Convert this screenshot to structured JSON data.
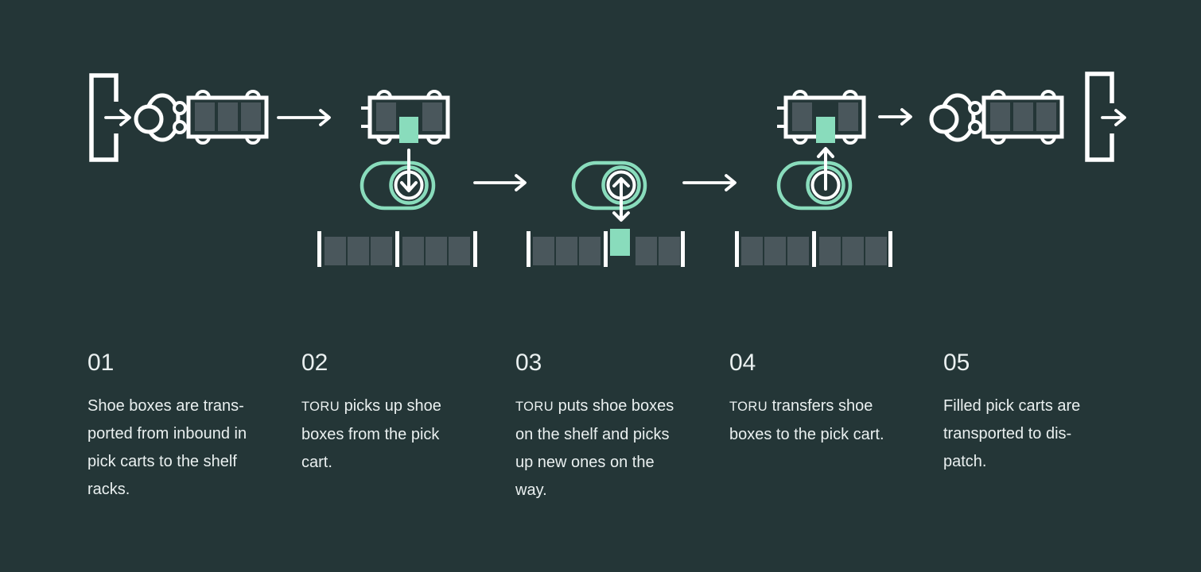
{
  "colors": {
    "background": "#243637",
    "stroke_white": "#ffffff",
    "accent_mint": "#89dcbc",
    "box_gray": "#4a575c",
    "text": "#eaf0f0"
  },
  "diagram": {
    "flow_icons": [
      "inbound-door",
      "arrow-right",
      "worker-with-pick-cart",
      "arrow-right",
      "pick-cart-box-lowering",
      "toru-robot-picking-down",
      "shelf-rack",
      "arrow-right",
      "toru-robot-at-shelf-double-arrow",
      "shelf-rack-with-raised-box",
      "arrow-right",
      "toru-robot-placing-up",
      "pick-cart-box-raising",
      "shelf-rack",
      "arrow-right",
      "worker-with-pick-cart",
      "outbound-door",
      "arrow-right"
    ]
  },
  "steps": [
    {
      "number": "01",
      "description": "Shoe boxes are trans-\nported from inbound in\npick carts to the shelf\nracks."
    },
    {
      "number": "02",
      "description": "TORU picks up shoe\nboxes from the pick\ncart."
    },
    {
      "number": "03",
      "description": "TORU puts shoe boxes\non the shelf and picks\nup new ones on the\nway."
    },
    {
      "number": "04",
      "description": "TORU transfers shoe\nboxes to the pick cart."
    },
    {
      "number": "05",
      "description": "Filled pick carts are\ntransported to dis-\npatch."
    }
  ]
}
